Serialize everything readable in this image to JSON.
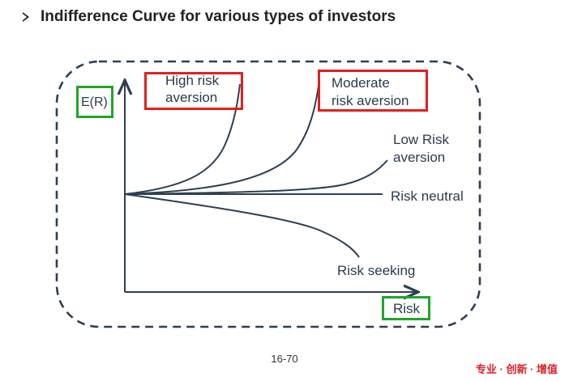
{
  "heading": "Indifference Curve for various types of investors",
  "axes": {
    "y_label": "E(R)",
    "x_label": "Risk"
  },
  "curves": {
    "high_risk": [
      "High risk",
      "aversion"
    ],
    "moderate_risk": [
      "Moderate",
      "risk aversion"
    ],
    "low_risk": [
      "Low Risk",
      "aversion"
    ],
    "risk_neutral": "Risk neutral",
    "risk_seeking": "Risk seeking"
  },
  "colors": {
    "curve": "#2e3f52",
    "axis": "#2e3f52",
    "frame": "#2e3f52",
    "highlight_red": "#e02020",
    "highlight_green": "#1fa52a"
  },
  "page_number": "16-70",
  "brand": "专业 · 创新 · 增值"
}
